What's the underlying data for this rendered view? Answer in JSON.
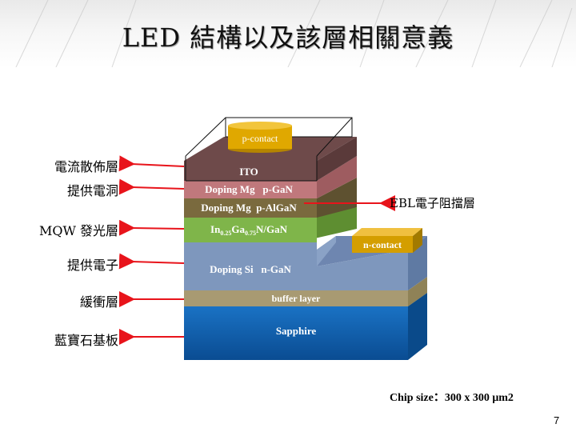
{
  "slide": {
    "title": "LED 結構以及該層相關意義",
    "page_number": "7",
    "chip_size": "Chip size：300 x 300 μm2"
  },
  "layers": {
    "p_contact": "p-contact",
    "ito": "ITO",
    "p_gan": "Doping Mg   p-GaN",
    "p_algan": "Doping Mg  p-AlGaN",
    "mqw_in": "In",
    "mqw_in_sub": "0.25",
    "mqw_ga": "Ga",
    "mqw_ga_sub": "0.75",
    "mqw_rest": "N/GaN",
    "n_gan": "Doping Si   n-GaN",
    "n_contact": "n-contact",
    "buffer": "buffer layer",
    "sapphire": "Sapphire"
  },
  "annotations": {
    "current_spreading": "電流散佈層",
    "hole_supply": "提供電洞",
    "mqw": "MQW 發光層",
    "electron_supply": "提供電子",
    "buffer": "緩衝層",
    "substrate": "藍寶石基板",
    "ebl": "EBL電子阻擋層"
  },
  "colors": {
    "arrow": "#e8141b",
    "sapphire": "#0a5aa8",
    "buffer": "#a89a72",
    "n_gan": "#7e97bd",
    "mqw": "#7fb54a",
    "p_algan": "#7a6a3e",
    "p_gan": "#c0787c",
    "ito": "#6e4a4a",
    "contact": "#e0a800"
  }
}
